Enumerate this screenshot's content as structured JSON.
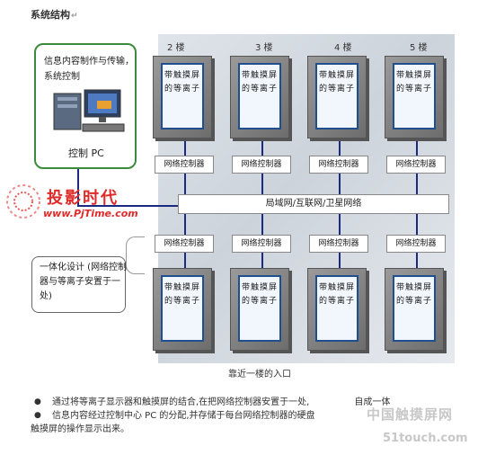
{
  "title": "系统结构",
  "paragraph_mark": "↵",
  "control_box": {
    "text": "信息内容制作与传输，系统控制",
    "label": "控制 PC"
  },
  "integration_box": {
    "text": "一体化设计 (网络控制器与等离子安置于一处)"
  },
  "floors": [
    {
      "label": "2 楼",
      "top_screen": "带触摸屏的等离子",
      "top_controller": "网络控制器",
      "bottom_controller": "网络控制器",
      "bottom_screen": "带触摸屏的等离子"
    },
    {
      "label": "3 楼",
      "top_screen": "带触摸屏的等离子",
      "top_controller": "网络控制器",
      "bottom_controller": "网络控制器",
      "bottom_screen": "带触摸屏的等离子"
    },
    {
      "label": "4 楼",
      "top_screen": "带触摸屏的等离子",
      "top_controller": "网络控制器",
      "bottom_controller": "网络控制器",
      "bottom_screen": "带触摸屏的等离子"
    },
    {
      "label": "5 楼",
      "top_screen": "带触摸屏的等离子",
      "top_controller": "网络控制器",
      "bottom_controller": "网络控制器",
      "bottom_screen": "带触摸屏的等离子"
    }
  ],
  "network_bar": "局域网/互联网/卫星网络",
  "entrance_label": "靠近一楼的入口",
  "watermark_main": "投影时代",
  "watermark_url": "www.PjTime.com",
  "bullets": [
    "通过将等离子显示器和触摸屏的结合,在把网络控制器安置于一处,",
    "信息内容经过控制中心 PC 的分配,并存储于每台网络控制器的硬盘"
  ],
  "bullet_line1_tail": "自成一体",
  "bullet_line2_cont": "触摸屏的操作显示出来。",
  "watermark2": "中国触摸屏网",
  "watermark2_url": "51touch.com"
}
